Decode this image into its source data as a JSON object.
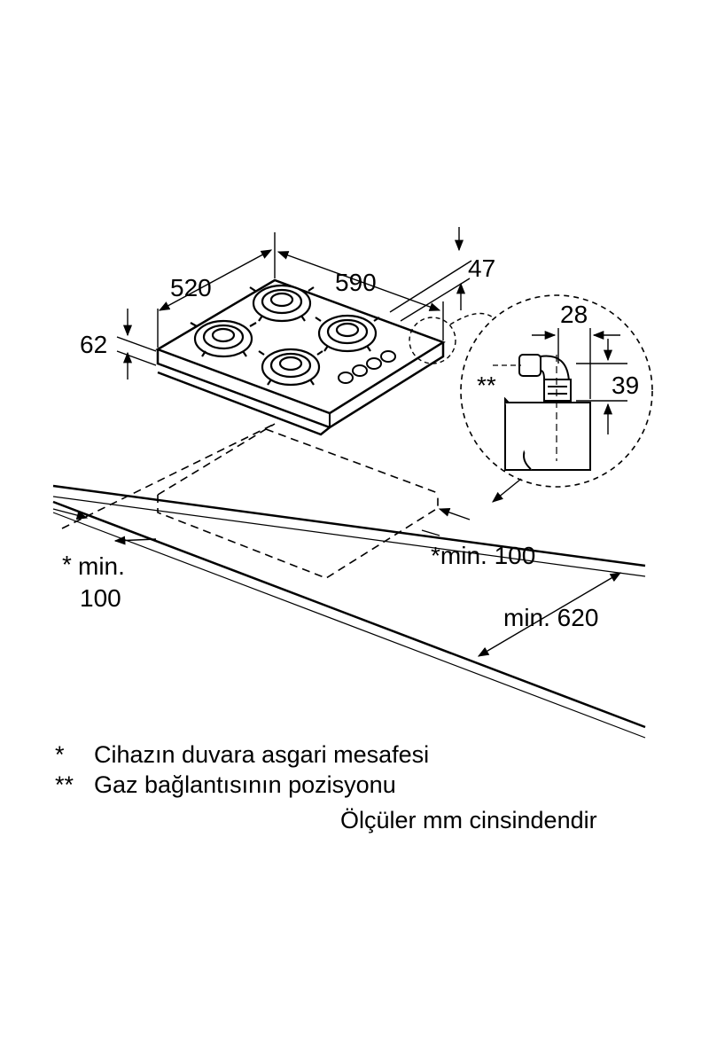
{
  "dimensions": {
    "width": "520",
    "length": "590",
    "depth_right": "47",
    "height": "62",
    "gas_x": "28",
    "gas_y": "39",
    "gas_marker": "**",
    "clear_left_star": "*",
    "clear_left_min": "min.",
    "clear_left_val": "100",
    "clear_right": "*min. 100",
    "countertop_depth": "min. 620"
  },
  "legend": {
    "line1_mark": "*",
    "line1_text": "Cihazın duvara asgari mesafesi",
    "line2_mark": "**",
    "line2_text": "Gaz bağlantısının pozisyonu",
    "units": "Ölçüler mm cinsindendir"
  },
  "colors": {
    "line": "#000000",
    "background": "#ffffff"
  }
}
